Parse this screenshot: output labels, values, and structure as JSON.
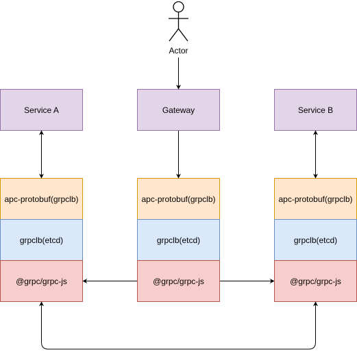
{
  "actor": {
    "label": "Actor"
  },
  "services": {
    "service_a": "Service A",
    "gateway": "Gateway",
    "service_b": "Service B"
  },
  "stack_layers": {
    "protobuf": "apc-protobuf(grpclb)",
    "grpclb": "grpclb(etcd)",
    "grpcjs": "@grpc/grpc-js"
  },
  "colors": {
    "service_fill": "#e1d5e7",
    "service_stroke": "#9673a6",
    "protobuf_fill": "#ffe6cc",
    "protobuf_stroke": "#d79b00",
    "grpclb_fill": "#dae8fc",
    "grpclb_stroke": "#6c8ebf",
    "grpcjs_fill": "#f8cecc",
    "grpcjs_stroke": "#b85450",
    "line": "#000000"
  }
}
